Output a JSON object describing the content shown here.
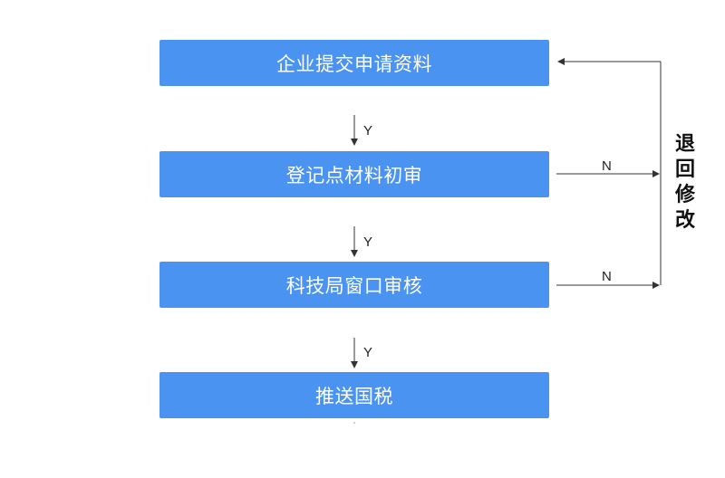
{
  "steps": [
    "企业提交申请资料",
    "登记点材料初审",
    "科技局窗口审核",
    "推送国税"
  ],
  "yes_label": "Y",
  "no_label": "N",
  "return_label": "退回修改",
  "colors": {
    "box_fill": "#4a93f0",
    "box_text": "#ffffff",
    "line": "#333333"
  }
}
